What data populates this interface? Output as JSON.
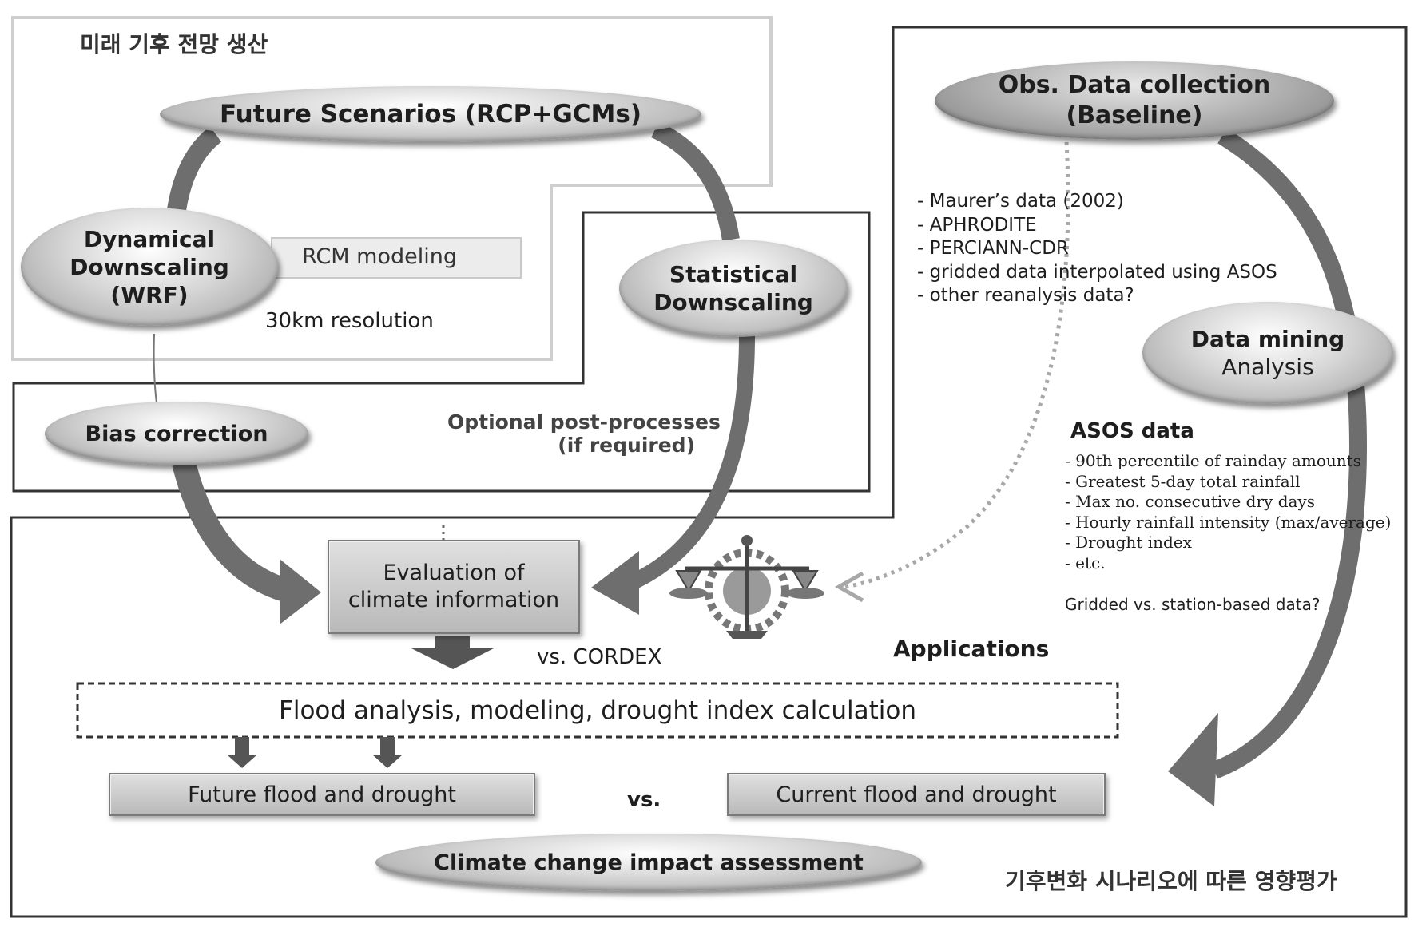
{
  "sections": {
    "future_climate_title": "미래 기후 전망 생산",
    "impact_assessment_title": "기후변화 시나리오에 따른 영향평가"
  },
  "nodes": {
    "future_scenarios": "Future Scenarios (RCP+GCMs)",
    "dynamical_downscaling": [
      "Dynamical",
      "Downscaling",
      "(WRF)"
    ],
    "statistical_downscaling": [
      "Statistical",
      "Downscaling"
    ],
    "bias_correction": "Bias correction",
    "obs_data_collection": [
      "Obs. Data collection",
      "(Baseline)"
    ],
    "data_mining": [
      "Data mining",
      "Analysis"
    ],
    "evaluation": [
      "Evaluation of",
      "climate information"
    ],
    "flood_analysis": "Flood analysis, modeling, drought index calculation",
    "future_flood": "Future flood and drought",
    "current_flood": "Current flood and drought",
    "climate_impact": "Climate change impact assessment"
  },
  "labels": {
    "rcm_modeling": "RCM modeling",
    "resolution": "30km resolution",
    "optional_post": [
      "Optional post-processes",
      "(if required)"
    ],
    "vs_cordex": "vs. CORDEX",
    "applications": "Applications",
    "vs": "vs.",
    "asos_data": "ASOS data",
    "gridded_question": "Gridded vs. station-based data?"
  },
  "obs_sources": [
    "- Maurer’s data (2002)",
    "- APHRODITE",
    "- PERCIANN-CDR",
    "- gridded data interpolated using ASOS",
    "- other reanalysis data?"
  ],
  "asos_items": [
    "- 90th percentile of rainday amounts",
    "- Greatest 5-day total rainfall",
    "- Max no. consecutive dry days",
    "- Hourly rainfall intensity (max/average)",
    "- Drought index",
    "- etc."
  ],
  "icons": {
    "balance": "balance-scale-icon"
  }
}
